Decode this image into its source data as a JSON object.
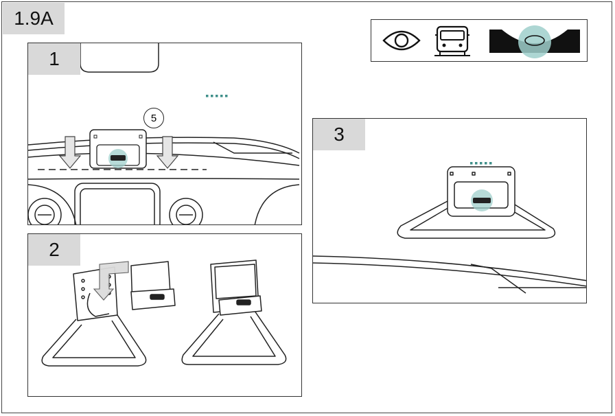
{
  "section": {
    "label": "1.9A"
  },
  "steps": [
    {
      "number": "1"
    },
    {
      "number": "2"
    },
    {
      "number": "3"
    }
  ],
  "callouts": {
    "part_number": "5"
  },
  "icons": {
    "legend": [
      "eye-icon",
      "vehicle-front-icon",
      "windshield-camera-icon"
    ]
  },
  "colors": {
    "accent": "#3f8f8a",
    "highlight": "#9fcfcb",
    "badge": "#d9d9d9",
    "line": "#222222"
  }
}
